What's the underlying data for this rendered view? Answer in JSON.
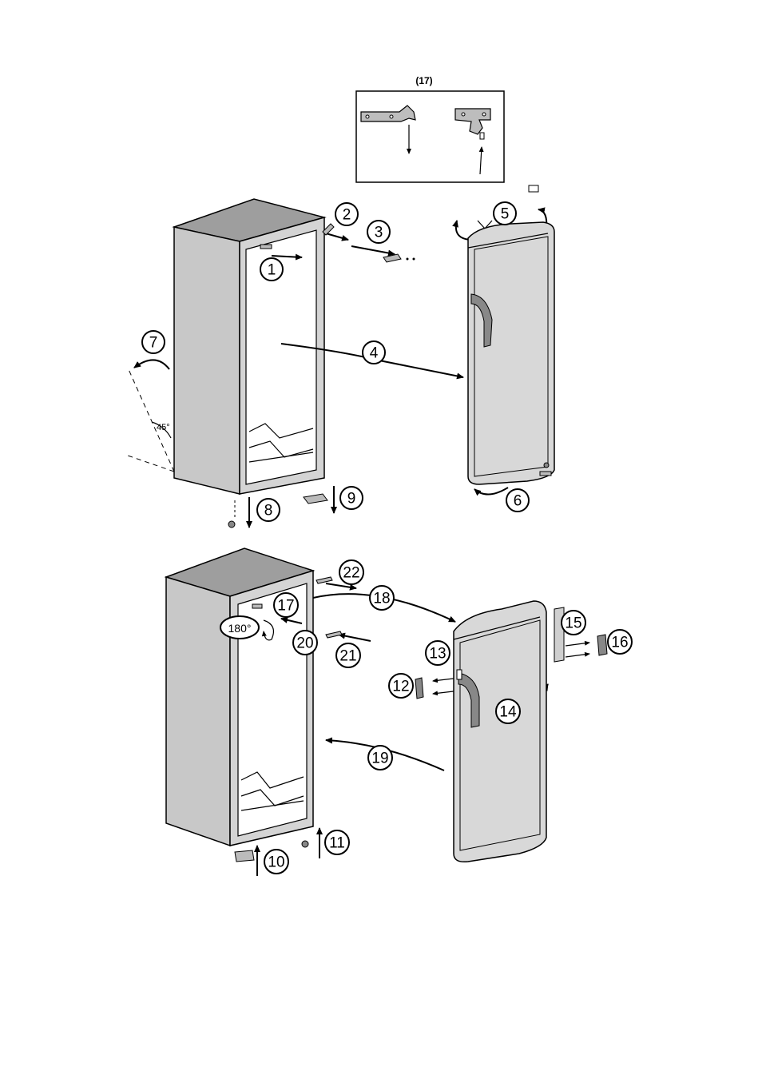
{
  "inset": {
    "label": "(17)"
  },
  "angles": {
    "tilt": "45°",
    "rotate": "180°"
  },
  "callouts": [
    {
      "id": "c1",
      "text": "1"
    },
    {
      "id": "c2",
      "text": "2"
    },
    {
      "id": "c3",
      "text": "3"
    },
    {
      "id": "c4",
      "text": "4"
    },
    {
      "id": "c5",
      "text": "5"
    },
    {
      "id": "c6",
      "text": "6"
    },
    {
      "id": "c7",
      "text": "7"
    },
    {
      "id": "c8",
      "text": "8"
    },
    {
      "id": "c9",
      "text": "9"
    },
    {
      "id": "c10",
      "text": "10"
    },
    {
      "id": "c11",
      "text": "11"
    },
    {
      "id": "c12",
      "text": "12"
    },
    {
      "id": "c13",
      "text": "13"
    },
    {
      "id": "c14",
      "text": "14"
    },
    {
      "id": "c15",
      "text": "15"
    },
    {
      "id": "c16",
      "text": "16"
    },
    {
      "id": "c17",
      "text": "17"
    },
    {
      "id": "c18",
      "text": "18"
    },
    {
      "id": "c19",
      "text": "19"
    },
    {
      "id": "c20",
      "text": "20"
    },
    {
      "id": "c21",
      "text": "21"
    },
    {
      "id": "c22",
      "text": "22"
    }
  ]
}
